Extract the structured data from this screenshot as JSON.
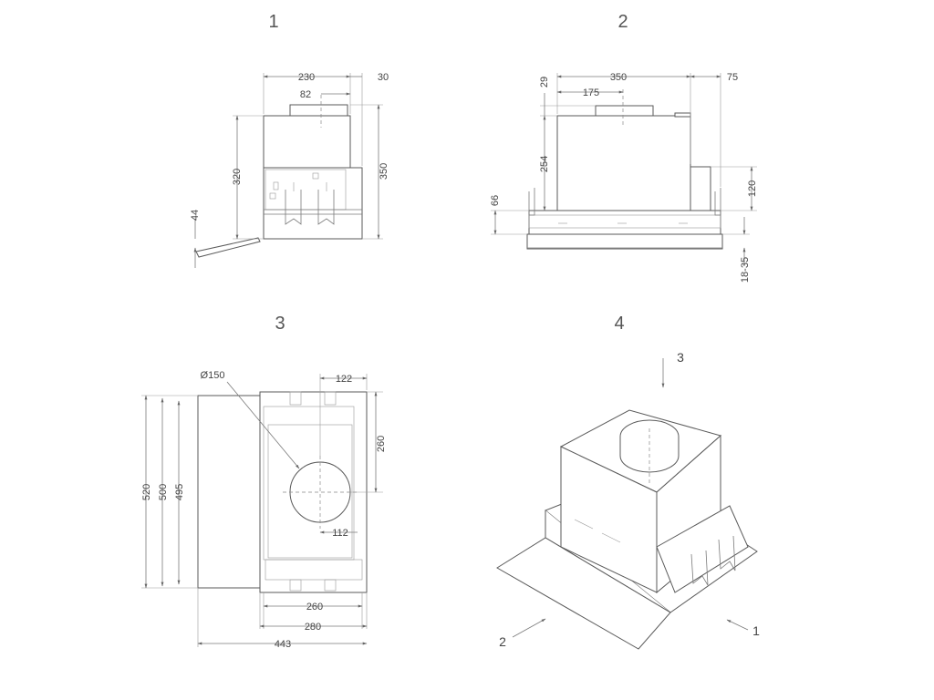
{
  "views": {
    "v1": {
      "number": "1",
      "dims": {
        "w230": "230",
        "w82": "82",
        "w30": "30",
        "h320": "320",
        "h350": "350",
        "h44": "44"
      }
    },
    "v2": {
      "number": "2",
      "dims": {
        "w350": "350",
        "w175": "175",
        "w75": "75",
        "h29": "29",
        "h254": "254",
        "h66": "66",
        "h120": "120",
        "h18_35": "18-35"
      }
    },
    "v3": {
      "number": "3",
      "dims": {
        "dia150": "Ø150",
        "w122": "122",
        "h260": "260",
        "w112": "112",
        "h520": "520",
        "h500": "500",
        "h495": "495",
        "w260": "260",
        "w280": "280",
        "w443": "443"
      }
    },
    "v4": {
      "number": "4",
      "callouts": {
        "c3": "3",
        "c2": "2",
        "c1": "1"
      }
    }
  },
  "colors": {
    "line": "#7a7a7a",
    "text": "#555555",
    "paper": "#ffffff"
  }
}
